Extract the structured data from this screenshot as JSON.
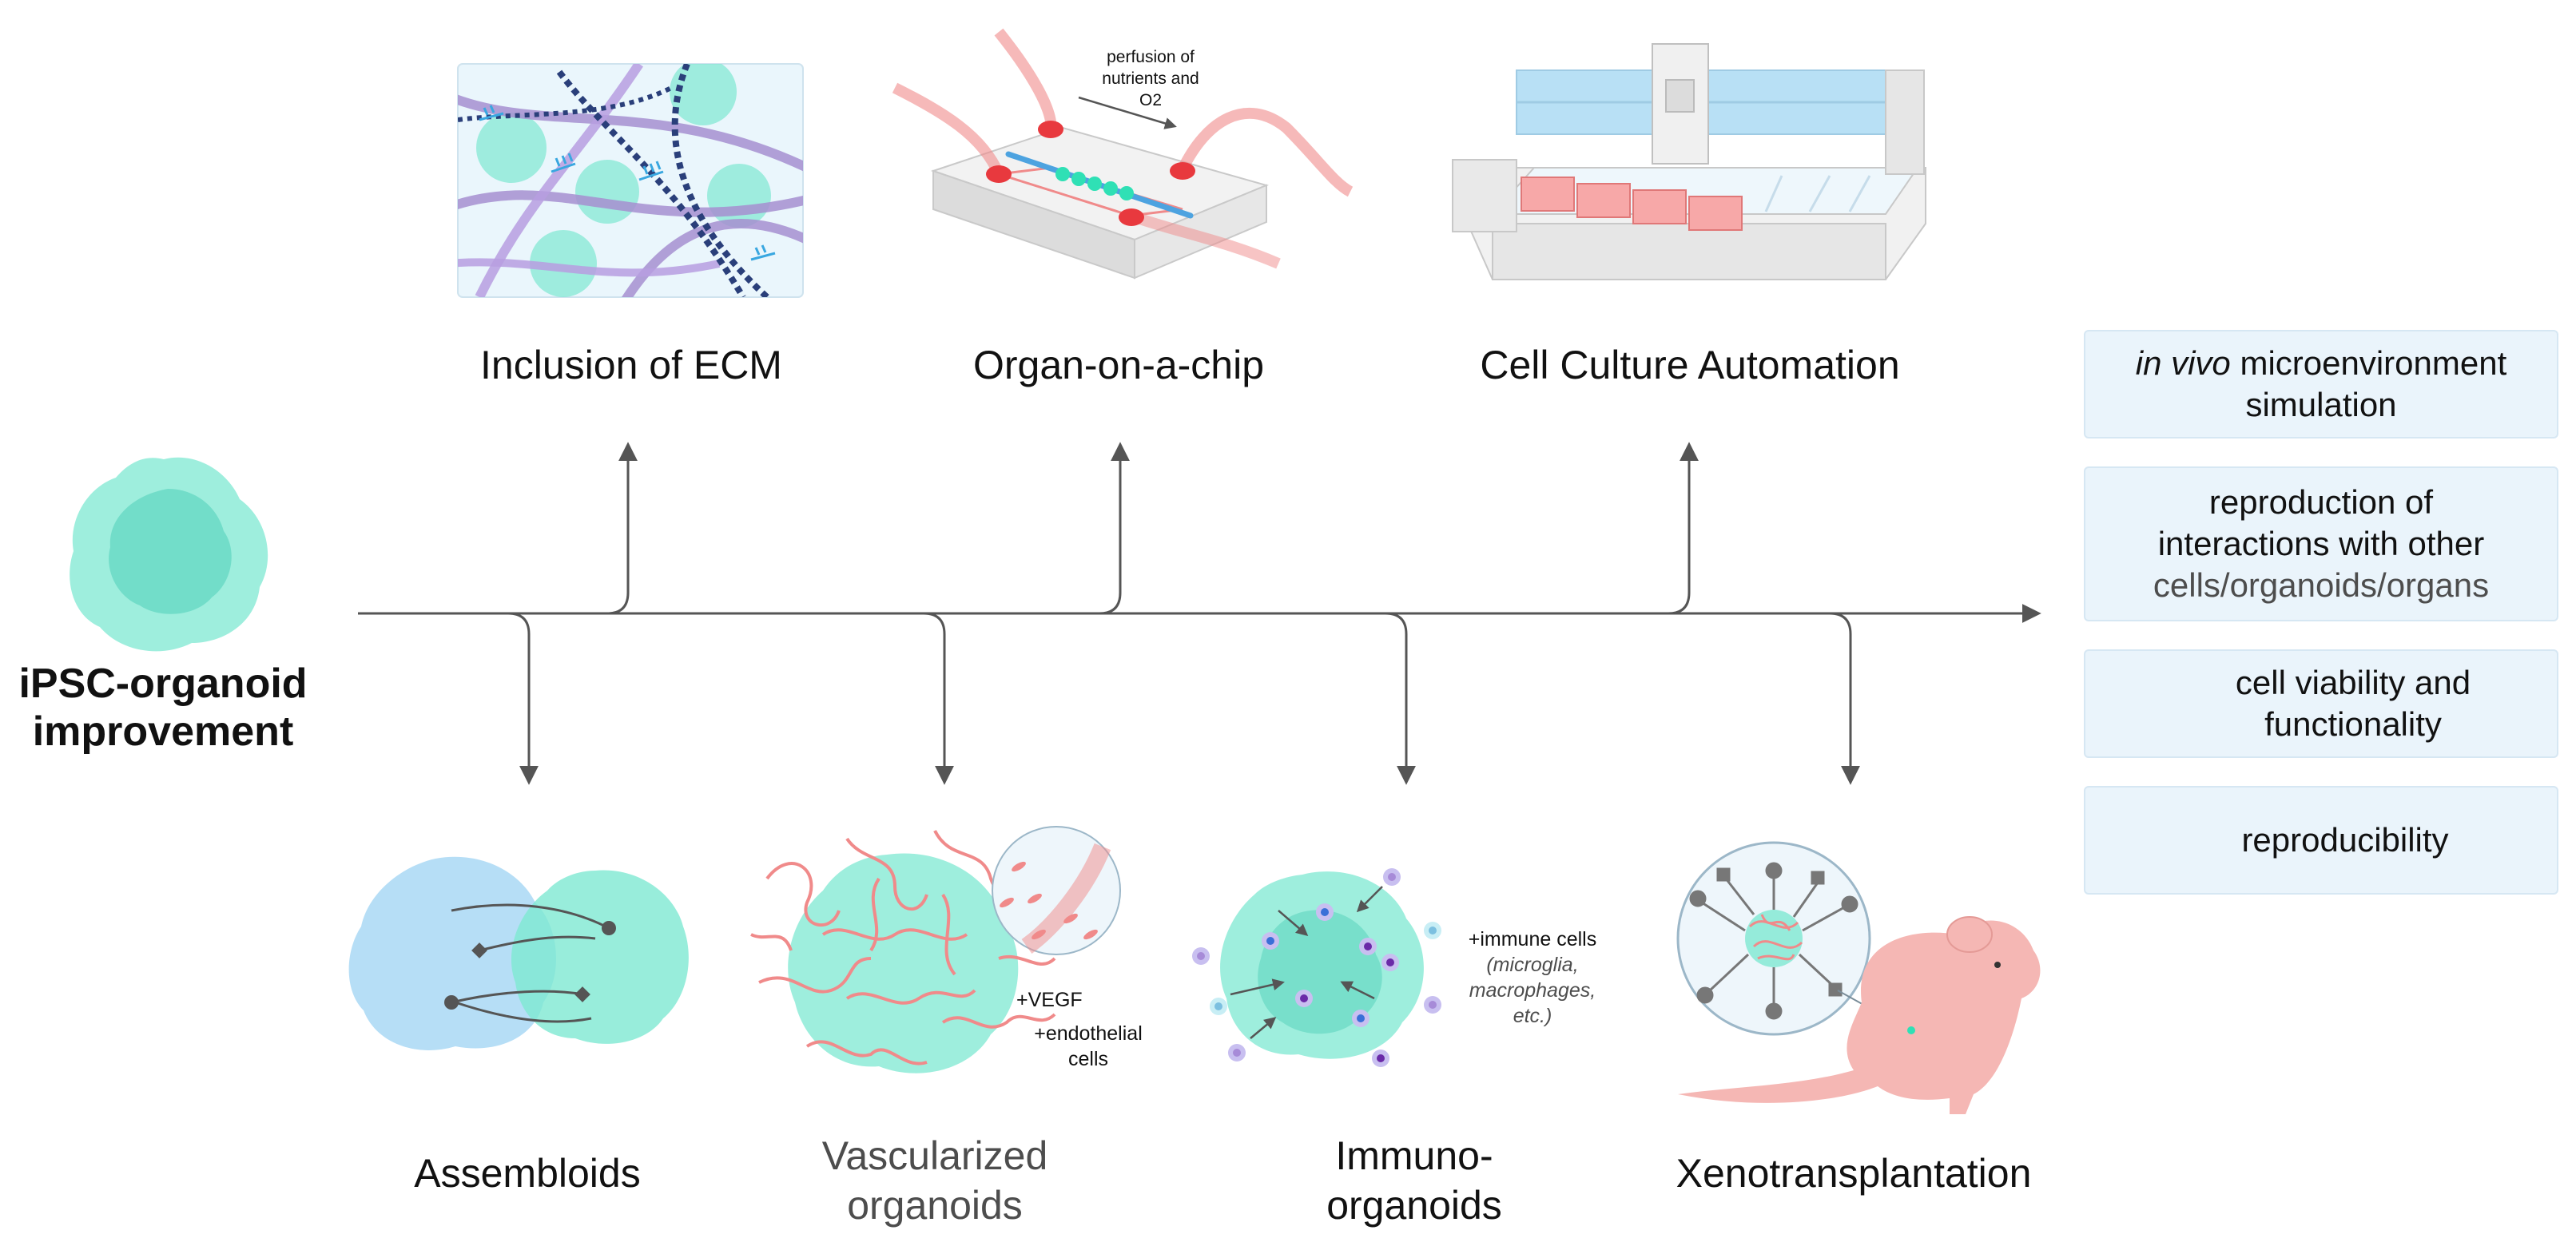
{
  "main_title": [
    "iPSC-organoid",
    "improvement"
  ],
  "top_labels": {
    "ecm": "Inclusion of ECM",
    "chip": "Organ-on-a-chip",
    "automation": "Cell Culture Automation"
  },
  "bottom_labels": {
    "assembloids": "Assembloids",
    "vascularized": [
      "Vascularized",
      "organoids"
    ],
    "immuno": [
      "Immuno-",
      "organoids"
    ],
    "xeno": "Xenotransplantation"
  },
  "annotations": {
    "perfusion": [
      "perfusion of",
      "nutrients and",
      "O2"
    ],
    "vegf": "+VEGF",
    "endothelial": [
      "+endothelial",
      "cells"
    ],
    "immune_cells": "+immune cells",
    "immune_examples": [
      "(microglia,",
      "macrophages,",
      "etc.)"
    ]
  },
  "outcomes": {
    "box1": {
      "italic": "in vivo",
      "rest": " microenvironment",
      "line2": "simulation"
    },
    "box2": [
      "reproduction of",
      "interactions with other",
      "cells/organoids/organs"
    ],
    "box3": [
      "cell viability and",
      "functionality"
    ],
    "box4": "reproducibility"
  },
  "colors": {
    "organoid_teal": "#7ee8d2",
    "organoid_blue": "#a9d8f5",
    "vessel_red": "#f08a8a",
    "arrow_grey": "#555555",
    "up_arrow_green": "#1ed6a0",
    "down_arrow_red": "#e8393e",
    "box_fill": "#eaf4fb"
  }
}
